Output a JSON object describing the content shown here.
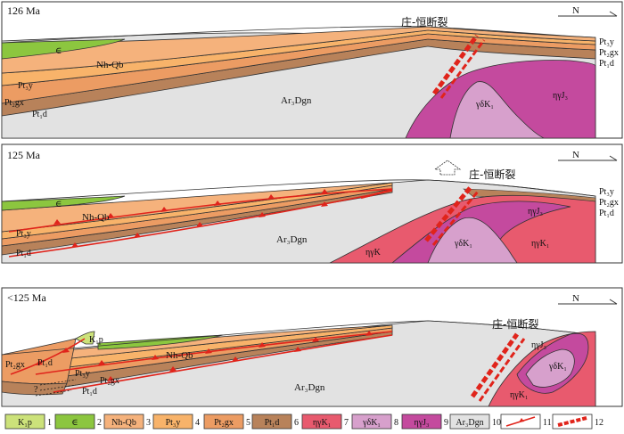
{
  "panels": [
    {
      "age": "126 Ma",
      "fault": "庄-恒断裂",
      "north": "N"
    },
    {
      "age": "125 Ma",
      "fault": "庄-恒断裂",
      "north": "N"
    },
    {
      "age": "<125 Ma",
      "fault": "庄-恒断裂",
      "north": "N"
    }
  ],
  "units": {
    "kp": "K₁p",
    "cambrian": "∈",
    "nhqb": "Nh-Qb",
    "pt3y": "Pt₃y",
    "pt2gx": "Pt₂gx",
    "pt1d": "Pt₁d",
    "ar3dgn": "Ar₃Dgn",
    "eta_gamma_k1": "ηγK₁",
    "gamma_delta_k1": "γδK₁",
    "eta_gamma_j3": "ηγJ₃",
    "eta_gamma_k": "ηγK"
  },
  "legend": [
    {
      "label": "K₁p",
      "num": "1",
      "color": "#cce27a"
    },
    {
      "label": "∈",
      "num": "2",
      "color": "#8cc63f"
    },
    {
      "label": "Nh-Qb",
      "num": "3",
      "color": "#f5b27c"
    },
    {
      "label": "Pt₃y",
      "num": "4",
      "color": "#f8b36a"
    },
    {
      "label": "Pt₂gx",
      "num": "5",
      "color": "#ec9c63"
    },
    {
      "label": "Pt₁d",
      "num": "6",
      "color": "#b8825a"
    },
    {
      "label": "ηγK₁",
      "num": "7",
      "color": "#e85a6e"
    },
    {
      "label": "γδK₁",
      "num": "8",
      "color": "#d7a0cc"
    },
    {
      "label": "ηγJ₃",
      "num": "9",
      "color": "#c44a9e"
    },
    {
      "label": "Ar₃Dgn",
      "num": "10",
      "color": "#e2e2e2"
    },
    {
      "label": "",
      "num": "11",
      "color": "#e0241b"
    },
    {
      "label": "",
      "num": "12",
      "color": "#e0241b"
    }
  ],
  "misc": {
    "question": "?"
  }
}
